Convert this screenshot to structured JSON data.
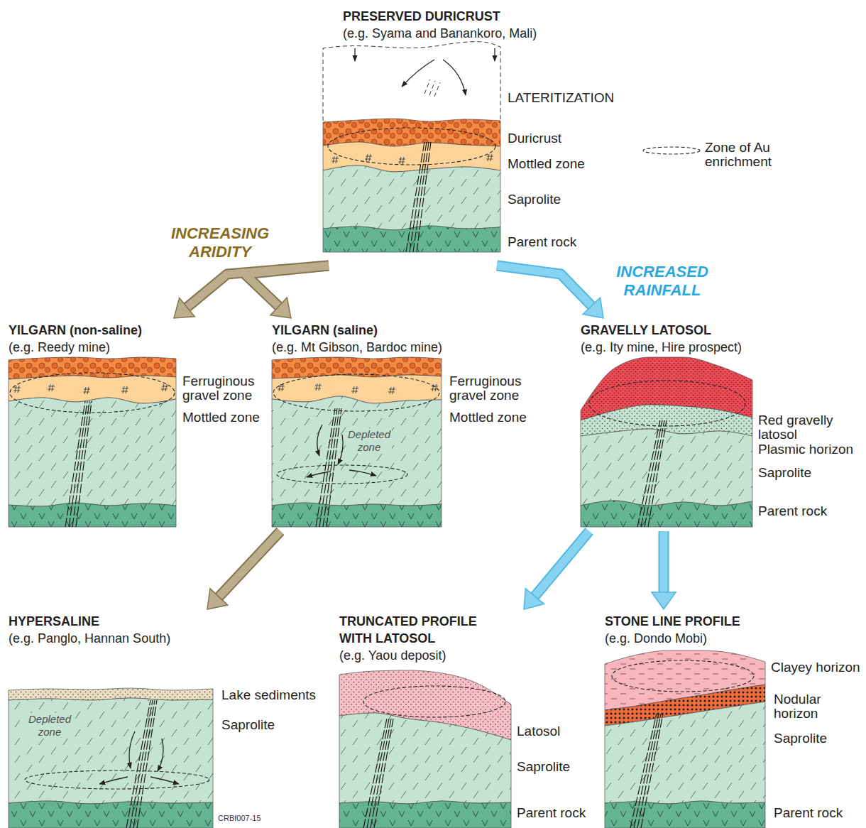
{
  "diagram": {
    "nodes": [
      {
        "text": [
          "PRESERVED DURICRUST",
          "(e.g. Syama and Banankoro, Mali)"
        ]
      },
      {
        "text": [
          "YILGARN (non-saline)",
          "(e.g. Reedy mine)"
        ]
      },
      {
        "text": [
          "YILGARN (saline)",
          "(e.g. Mt Gibson, Bardoc mine)"
        ]
      },
      {
        "text": [
          "GRAVELLY LATOSOL",
          "(e.g. Ity mine, Hire prospect)"
        ]
      },
      {
        "text": [
          "HYPERSALINE",
          "(e.g. Panglo, Hannan South)"
        ]
      },
      {
        "text": [
          "TRUNCATED PROFILE WITH LATOSOL",
          "(e.g. Yaou deposit)"
        ]
      },
      {
        "text": [
          "STONE LINE PROFILE",
          "(e.g. Dondo Mobi)"
        ]
      }
    ],
    "edges": [
      {
        "from": 0,
        "to": 1,
        "arrow": "to",
        "label": "INCREASING ARIDITY"
      },
      {
        "from": 0,
        "to": 2,
        "arrow": "to"
      },
      {
        "from": 0,
        "to": 3,
        "arrow": "to",
        "label": "INCREASED RAINFALL"
      },
      {
        "from": 2,
        "to": 4,
        "arrow": "to"
      },
      {
        "from": 3,
        "to": 5,
        "arrow": "to"
      },
      {
        "from": 3,
        "to": 6,
        "arrow": "to"
      }
    ],
    "labels": [
      "LATERITIZATION",
      "Duricrust",
      "Mottled zone",
      "Saprolite",
      "Parent rock",
      "Ferruginous gravel zone",
      "Mottled zone",
      "Ferruginous gravel zone",
      "Mottled zone",
      "Depleted zone",
      "Red gravelly latosol",
      "Plasmic horizon",
      "Saprolite",
      "Parent rock",
      "Lake sediments",
      "Saprolite",
      "Depleted zone",
      "CRBf007-15",
      "Latosol",
      "Saprolite",
      "Parent rock",
      "Clayey horizon",
      "Nodular horizon",
      "Saprolite",
      "Parent rock"
    ],
    "legend": [
      {
        "text": "Zone of Au enrichment"
      }
    ]
  }
}
